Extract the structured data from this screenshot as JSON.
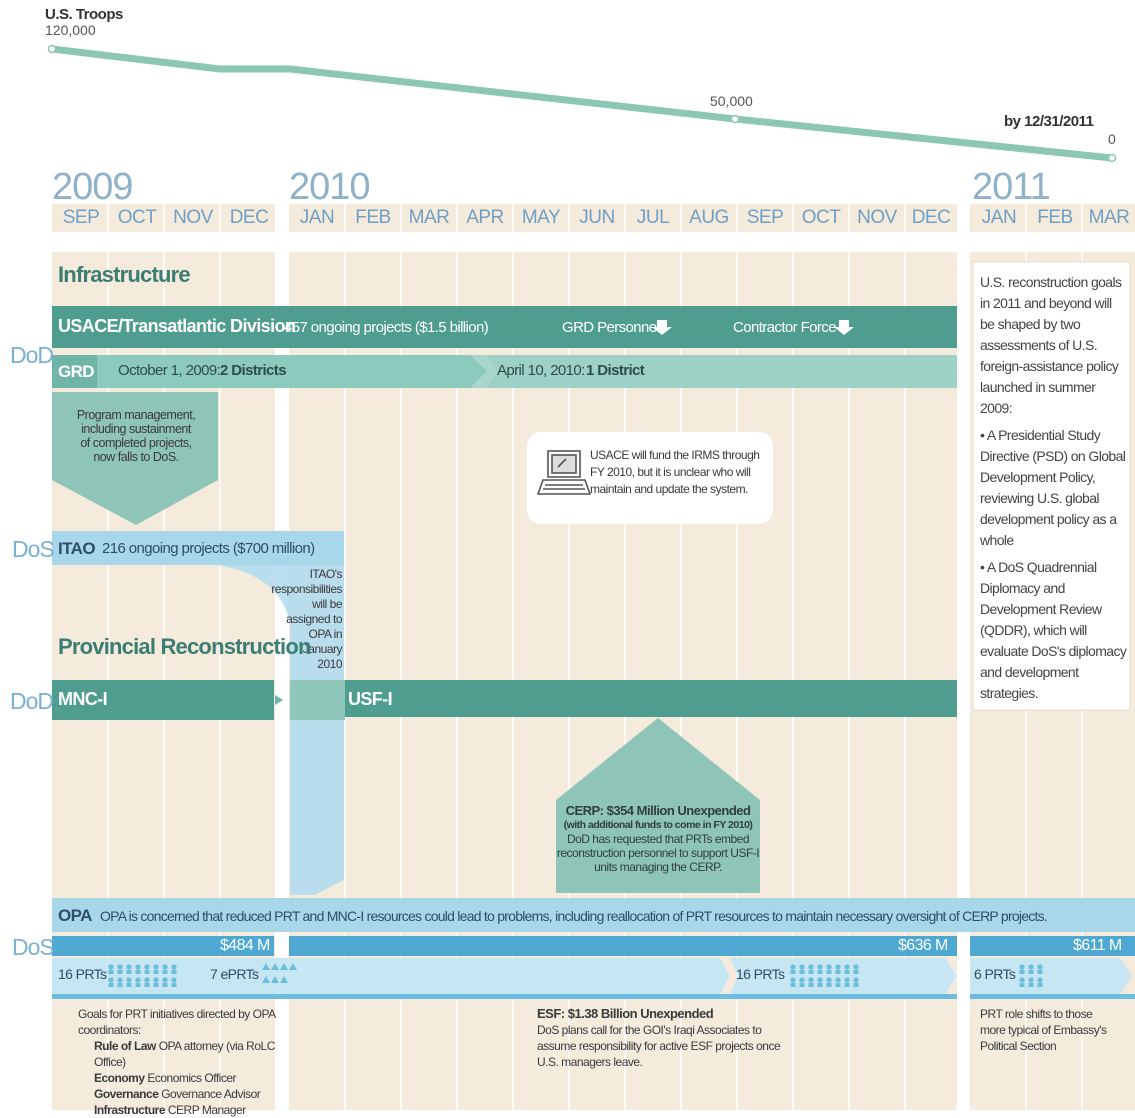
{
  "troops": {
    "title": "U.S. Troops",
    "start_label": "120,000",
    "mid_label": "50,000",
    "end_date_label": "by 12/31/2011",
    "end_label": "0"
  },
  "timeline": {
    "years": [
      "2009",
      "2010",
      "2011"
    ],
    "months_2009": [
      "SEP",
      "OCT",
      "NOV",
      "DEC"
    ],
    "months_2010": [
      "JAN",
      "FEB",
      "MAR",
      "APR",
      "MAY",
      "JUN",
      "JUL",
      "AUG",
      "SEP",
      "OCT",
      "NOV",
      "DEC"
    ],
    "months_2011": [
      "JAN",
      "FEB",
      "MAR"
    ]
  },
  "agencies": {
    "dod": "DoD",
    "dos": "DoS"
  },
  "infrastructure": {
    "title": "Infrastructure",
    "usace_name": "USACE/Transatlantic Division",
    "usace_projects": "457 ongoing projects ($1.5 billion)",
    "grd_personnel": "GRD Personnel",
    "contractor_force": "Contractor Force",
    "grd_name": "GRD",
    "grd_phase1_date": "October 1, 2009:",
    "grd_phase1_value": "2 Districts",
    "grd_phase2_date": "April 10, 2010:",
    "grd_phase2_value": "1 District",
    "program_note": [
      "Program management,",
      "including sustainment",
      "of completed projects,",
      "now falls to DoS."
    ],
    "irms_note": [
      "USACE will fund the IRMS through",
      "FY 2010, but it is unclear who will",
      "maintain and update the system."
    ],
    "itao_name": "ITAO",
    "itao_projects": "216 ongoing projects ($700 million)",
    "itao_note": [
      "ITAO's",
      "responsibilities",
      "will be",
      "assigned to",
      "OPA in",
      "January",
      "2010"
    ]
  },
  "provincial": {
    "title": "Provincial Reconstruction",
    "mnci": "MNC-I",
    "usfi": "USF-I",
    "cerp_title": "CERP: $354 Million Unexpended",
    "cerp_sub": "(with additional funds to come in FY 2010)",
    "cerp_note": [
      "DoD has requested that PRTs embed",
      "reconstruction personnel to support USF-I",
      "units managing the CERP."
    ],
    "opa_name": "OPA",
    "opa_text": "OPA is concerned that reduced PRT and MNC-I resources could lead to problems, including reallocation of PRT resources to maintain necessary oversight of CERP projects.",
    "fund1": "$484 M",
    "fund2": "$636 M",
    "fund3": "$611 M",
    "prt1": "16 PRTs",
    "eprt": "7 ePRTs",
    "prt2": "16 PRTs",
    "prt3": "6 PRTs",
    "goals_title": "Goals for PRT initiatives directed by OPA coordinators:",
    "goals": [
      {
        "label": "Rule of Law",
        "text": "OPA attorney (via RoLC Office)"
      },
      {
        "label": "Economy",
        "text": "Economics Officer"
      },
      {
        "label": "Governance",
        "text": "Governance Advisor"
      },
      {
        "label": "Infrastructure",
        "text": "CERP Manager"
      }
    ],
    "esf_title": "ESF: $1.38 Billion Unexpended",
    "esf_note": [
      "DoS plans call for the GOI's Iraqi Associates to",
      "assume responsibility for active ESF projects once",
      "U.S. managers leave."
    ],
    "prt_role": [
      "PRT role shifts to those",
      "more typical of Embassy's",
      "Political Section"
    ]
  },
  "sidebar": {
    "intro": "U.S. reconstruction goals in 2011 and beyond will be shaped by two assessments of U.S. foreign-assistance policy launched in summer 2009:",
    "bullet1": "• A Presidential Study Directive (PSD) on Global Development Policy, reviewing U.S. global development policy as a whole",
    "bullet2": "• A DoS Quadrennial Diplomacy and Development Review (QDDR), which will evaluate DoS's diplomacy and development strategies."
  },
  "colors": {
    "teal_dark": "#4a9a8c",
    "teal_mid": "#7fc1b4",
    "teal_light": "#a8d6cc",
    "blue_light": "#a9d7ea",
    "blue_mid": "#6cbcdd",
    "sand": "#f3e9dc"
  }
}
